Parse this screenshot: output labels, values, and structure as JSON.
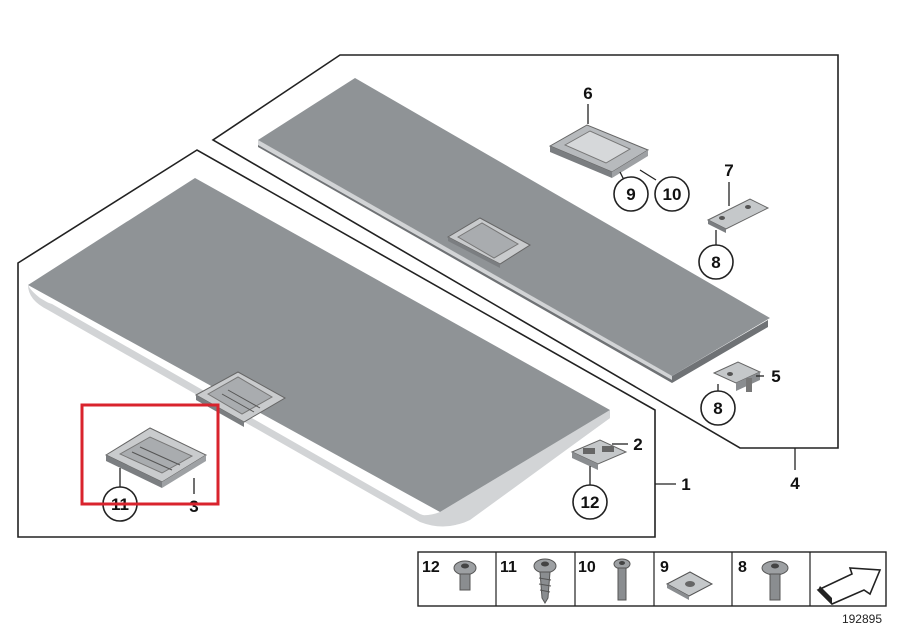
{
  "callouts": {
    "c1": "1",
    "c2": "2",
    "c3": "3",
    "c4": "4",
    "c5": "5",
    "c6": "6",
    "c7": "7",
    "c8a": "8",
    "c8b": "8",
    "c9": "9",
    "c10": "10",
    "c11": "11",
    "c12": "12"
  },
  "legend": {
    "items": [
      {
        "label": "12",
        "part": "torx-screw-short"
      },
      {
        "label": "11",
        "part": "self-tapping-screw"
      },
      {
        "label": "10",
        "part": "long-screw"
      },
      {
        "label": "9",
        "part": "square-nut"
      },
      {
        "label": "8",
        "part": "flange-screw"
      }
    ],
    "arrow_icon": "direction-arrow-icon"
  },
  "diagram_number": "192895",
  "colors": {
    "highlight": "#d9232d",
    "panel": "#8f9396",
    "line": "#222222"
  }
}
